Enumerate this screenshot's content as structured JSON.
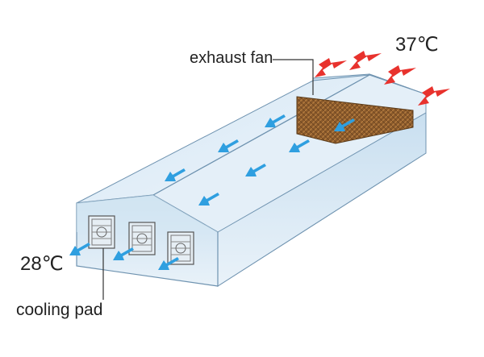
{
  "labels": {
    "exhaust_fan": "exhaust fan",
    "cooling_pad": "cooling pad",
    "temp_outside": "37℃",
    "temp_inside": "28℃"
  },
  "colors": {
    "hot_air_arrow": "#e8322d",
    "cool_air_arrow": "#2f9fe0",
    "building_wall": "#cfe3f1",
    "building_roof": "#ddebf6",
    "pad_texture": "#8a5a2b",
    "outline": "#5b7f9c"
  },
  "icons": {
    "hot_air": "red-arrow-icon",
    "cool_air": "blue-arrow-icon",
    "fan": "exhaust-fan-icon",
    "pad": "cooling-pad-texture"
  }
}
